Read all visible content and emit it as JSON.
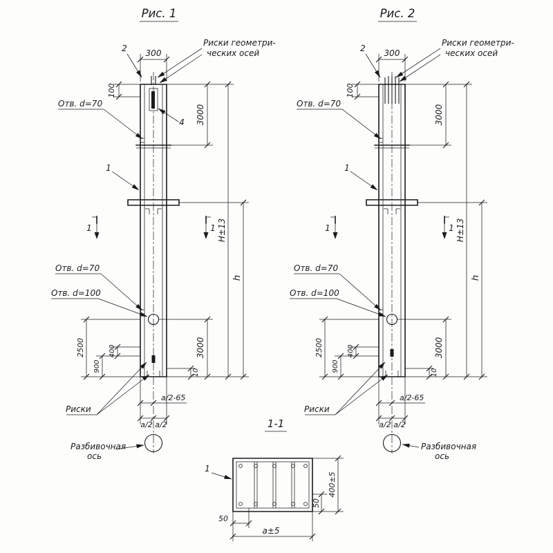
{
  "fig1": {
    "title": "Рис. 1",
    "callout_2": "2",
    "callout_4": "4",
    "callout_1": "1",
    "section_mark_left": "1",
    "section_mark_right": "1",
    "dim_300": "300",
    "dim_100": "100",
    "axes_note_line1": "Риски геометри-",
    "axes_note_line2": "ческих осей",
    "hole_top": "Отв. d=70",
    "hole_mid": "Отв. d=70",
    "hole_bottom": "Отв. d=100",
    "dim_3000_top": "3000",
    "dim_H": "H±13",
    "dim_h": "h",
    "dim_2500": "2500",
    "dim_400": "400",
    "dim_900": "900",
    "dim_3000_bottom": "3000",
    "dim_10": "10",
    "marks_label": "Риски",
    "dim_a2_65": "a/2-65",
    "dim_a2_left": "a/2",
    "dim_a2_right": "a/2",
    "axis_label_line1": "Разбивочная",
    "axis_label_line2": "ось"
  },
  "fig2": {
    "title": "Рис. 2",
    "callout_2": "2",
    "callout_1": "1",
    "section_mark_left": "1",
    "section_mark_right": "1",
    "dim_300": "300",
    "dim_100": "100",
    "axes_note_line1": "Риски геометри-",
    "axes_note_line2": "ческих осей",
    "hole_top": "Отв. d=70",
    "hole_mid": "Отв. d=70",
    "hole_bottom": "Отв. d=100",
    "dim_3000_top": "3000",
    "dim_H": "H±13",
    "dim_h": "h",
    "dim_2500": "2500",
    "dim_400": "400",
    "dim_900": "900",
    "dim_3000_bottom": "3000",
    "dim_10": "10",
    "marks_label": "Риски",
    "dim_a2_65": "a/2-65",
    "dim_a2_left": "a/2",
    "dim_a2_right": "a/2",
    "axis_label_line1": "Разбивочная",
    "axis_label_line2": "ось"
  },
  "section": {
    "title": "1-1",
    "callout_1": "1",
    "dim_50_side": "50",
    "dim_400": "400±5",
    "dim_50_bottom": "50",
    "dim_a": "a±5"
  }
}
